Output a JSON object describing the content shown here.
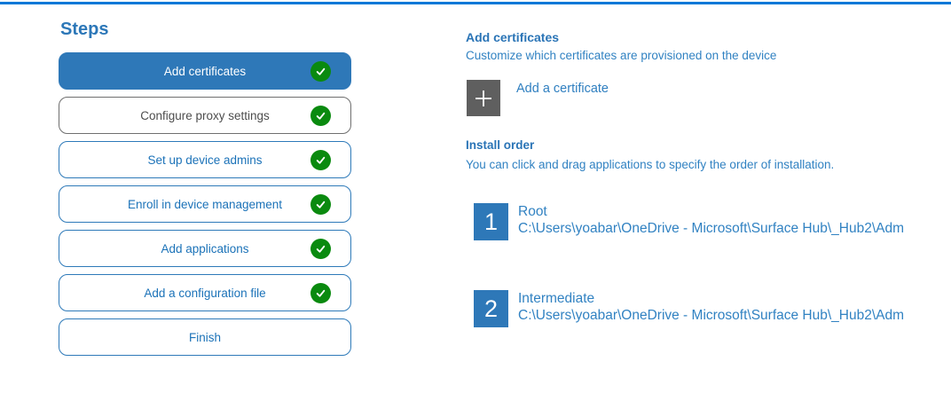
{
  "colors": {
    "top_line_blue": "#0078d7",
    "accent_blue": "#2e78b8",
    "link_text_blue": "#1b72b8",
    "body_text_blue": "#3182c2",
    "check_green": "#0a8a0f",
    "tile_gray": "#5f5f5f",
    "neutral_border_gray": "#6f6f6f",
    "neutral_text_gray": "#4d4d4d"
  },
  "sidebar": {
    "title": "Steps",
    "steps": [
      {
        "label": "Add certificates",
        "state": "selected",
        "completed": true
      },
      {
        "label": "Configure proxy settings",
        "state": "neutral",
        "completed": true
      },
      {
        "label": "Set up device admins",
        "state": "default",
        "completed": true
      },
      {
        "label": "Enroll in device management",
        "state": "default",
        "completed": true
      },
      {
        "label": "Add applications",
        "state": "default",
        "completed": true
      },
      {
        "label": "Add a configuration file",
        "state": "default",
        "completed": true
      },
      {
        "label": "Finish",
        "state": "default",
        "completed": false
      }
    ]
  },
  "main": {
    "heading": "Add certificates",
    "subheading": "Customize which certificates are provisioned on the device",
    "add_button": {
      "icon": "+",
      "label": "Add a certificate"
    },
    "install_order": {
      "heading": "Install order",
      "description": "You can click and drag applications to specify the order of installation.",
      "items": [
        {
          "order": "1",
          "name": "Root",
          "path": "C:\\Users\\yoabar\\OneDrive - Microsoft\\Surface Hub\\_Hub2\\Adm"
        },
        {
          "order": "2",
          "name": "Intermediate",
          "path": "C:\\Users\\yoabar\\OneDrive - Microsoft\\Surface Hub\\_Hub2\\Adm"
        }
      ]
    }
  }
}
